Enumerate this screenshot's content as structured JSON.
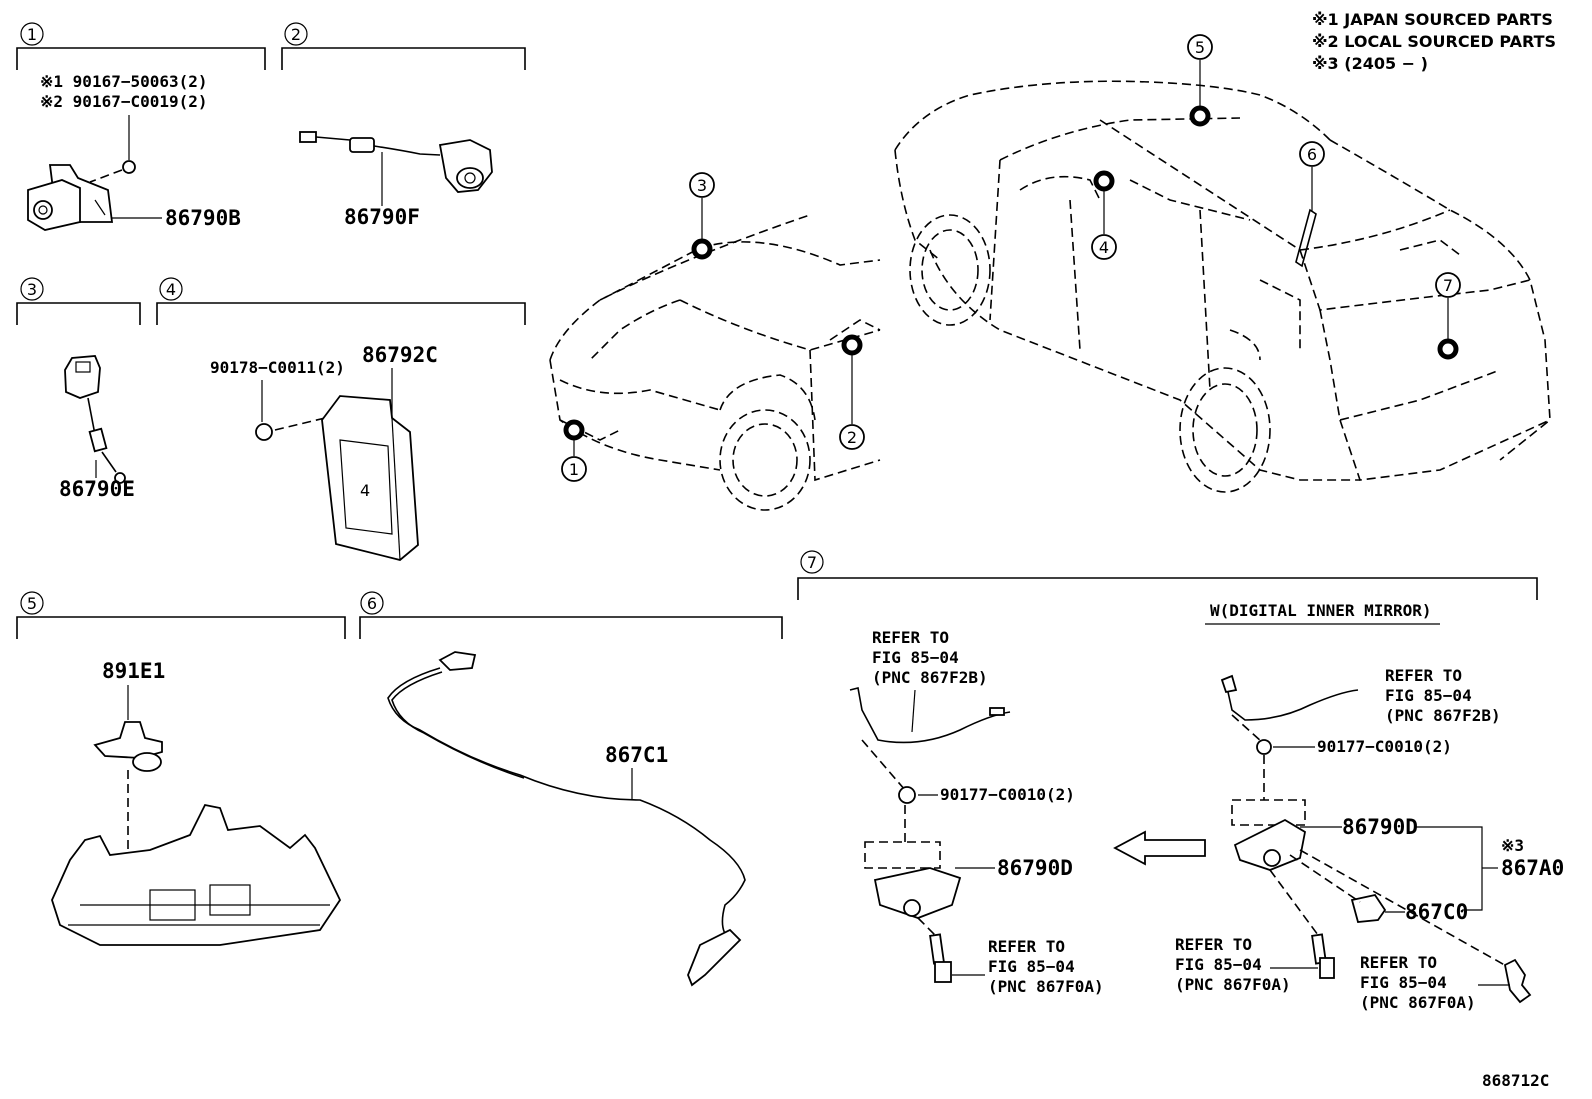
{
  "notes": {
    "n1": "※1 JAPAN SOURCED PARTS",
    "n2": "※2 LOCAL SOURCED PARTS",
    "n3": "※3 (2405 −      )"
  },
  "callouts": [
    "1",
    "2",
    "3",
    "4",
    "5",
    "6",
    "7"
  ],
  "sec1": {
    "num": "1",
    "bolt1": "※1 90167−50063(2)",
    "bolt2": "※2 90167−C0019(2)",
    "part": "86790B"
  },
  "sec2": {
    "num": "2",
    "part": "86790F"
  },
  "sec3": {
    "num": "3",
    "part": "86790E"
  },
  "sec4": {
    "num": "4",
    "clip": "90178−C0011(2)",
    "part": "86792C"
  },
  "sec5": {
    "num": "5",
    "part": "891E1"
  },
  "sec6": {
    "num": "6",
    "part": "867C1"
  },
  "sec7": {
    "num": "7",
    "variant": "W(DIGITAL INNER MIRROR)",
    "left": {
      "refer_top": [
        "REFER TO",
        "FIG 85−04",
        "(PNC 867F2B)"
      ],
      "clip": "90177−C0010(2)",
      "part": "86790D",
      "refer_bottom": [
        "REFER TO",
        "FIG 85−04",
        "(PNC 867F0A)"
      ]
    },
    "right": {
      "refer_top": [
        "REFER TO",
        "FIG 85−04",
        "(PNC 867F2B)"
      ],
      "clip": "90177−C0010(2)",
      "part": "86790D",
      "assy_mark": "※3",
      "assy": "867A0",
      "sub": "867C0",
      "refer_mid": [
        "REFER TO",
        "FIG 85−04",
        "(PNC 867F0A)"
      ],
      "refer_right": [
        "REFER TO",
        "FIG 85−04",
        "(PNC 867F0A)"
      ]
    }
  },
  "figure_id": "868712C"
}
